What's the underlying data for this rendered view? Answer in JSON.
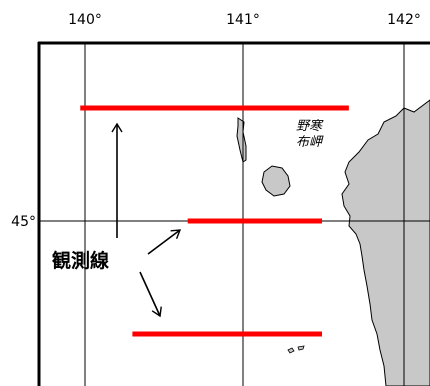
{
  "map": {
    "longitude_labels": [
      "140°",
      "141°",
      "142°"
    ],
    "latitude_labels": [
      "45°"
    ],
    "place_name_line1": "野寒",
    "place_name_line2": "布岬",
    "legend_label": "観測線",
    "observation_line_color": "#ff0000",
    "land_color": "#c8c8c8",
    "observation_lines": [
      {
        "lat": 45.72,
        "lon_start": 139.97,
        "lon_end": 141.67
      },
      {
        "lat": 45.0,
        "lon_start": 140.65,
        "lon_end": 141.5
      },
      {
        "lat": 44.28,
        "lon_start": 140.3,
        "lon_end": 141.5
      }
    ]
  }
}
